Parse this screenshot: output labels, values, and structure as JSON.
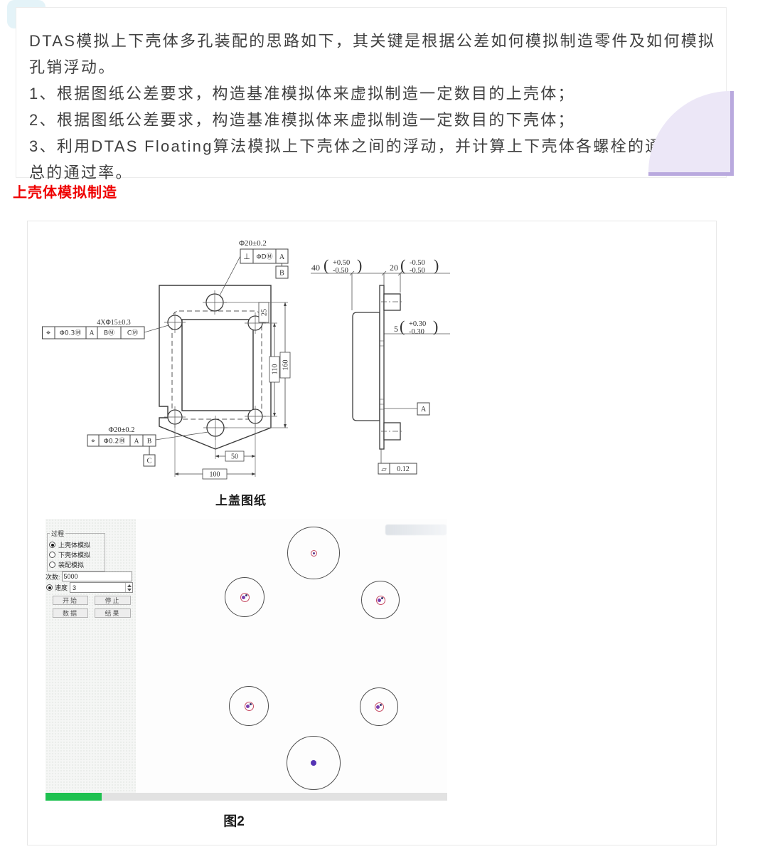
{
  "intro_card": {
    "paragraphs": [
      "DTAS模拟上下壳体多孔装配的思路如下，其关键是根据公差如何模拟制造零件及如何模拟孔销浮动。",
      "1、根据图纸公差要求，构造基准模拟体来虚拟制造一定数目的上壳体；",
      "2、根据图纸公差要求，构造基准模拟体来虚拟制造一定数目的下壳体；",
      "3、利用DTAS Floating算法模拟上下壳体之间的浮动，并计算上下壳体各螺栓的通过率及总的通过率。"
    ]
  },
  "section_heading": "上壳体模拟制造",
  "drawing": {
    "caption": "上盖图纸",
    "notation": {
      "paren_open": "(",
      "paren_close": ")"
    },
    "top_callout": {
      "size": "Φ20±0.2",
      "fcf": [
        "⊥",
        "ΦDⓂ",
        "A"
      ],
      "datum_below": "B"
    },
    "left_callout": {
      "size": "4XΦ15±0.3",
      "fcf": [
        "⌖",
        "Φ0.3Ⓜ",
        "A",
        "BⓂ",
        "CⓂ"
      ]
    },
    "bottom_callout": {
      "size": "Φ20±0.2",
      "fcf": [
        "⌖",
        "Φ0.2Ⓜ",
        "A",
        "B"
      ],
      "datum_below": "C"
    },
    "dims": {
      "d25": "25",
      "d110": "110",
      "d160": "160",
      "d50": "50",
      "d100": "100"
    },
    "side_dims": {
      "width": {
        "value": "40",
        "upper": "+0.50",
        "lower": "-0.50"
      },
      "flange": {
        "value": "20",
        "upper": "-0.50",
        "lower": "-0.50"
      },
      "thickness": {
        "value": "5",
        "upper": "+0.30",
        "lower": "-0.30"
      }
    },
    "datum_label": "A",
    "flatness": {
      "symbol": "▱",
      "value": "0.12"
    }
  },
  "sim": {
    "group_label": "过程",
    "radios": [
      {
        "label": "上壳体模拟",
        "selected": true
      },
      {
        "label": "下壳体模拟",
        "selected": false
      },
      {
        "label": "装配模拟",
        "selected": false
      }
    ],
    "count_label": "次数:",
    "count_value": "5000",
    "speed_label": "速度",
    "speed_value": "3",
    "buttons": [
      "开始",
      "停止",
      "数据",
      "结果"
    ],
    "progress_percent": 14,
    "caption": "图2"
  }
}
